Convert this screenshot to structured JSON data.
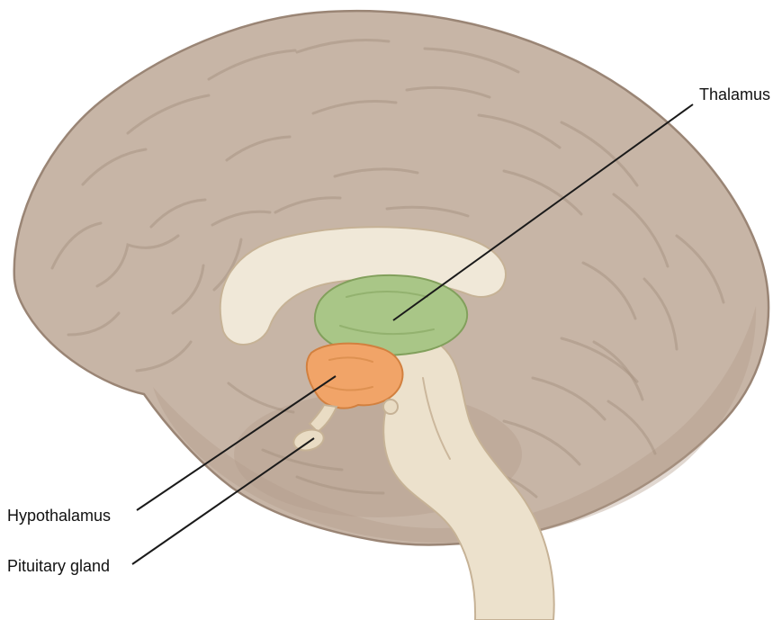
{
  "diagram": {
    "labels": [
      {
        "id": "thalamus",
        "text": "Thalamus"
      },
      {
        "id": "hypothalamus",
        "text": "Hypothalamus"
      },
      {
        "id": "pituitary-gland",
        "text": "Pituitary gland"
      }
    ],
    "colors": {
      "background": "#ffffff",
      "cerebrum": "#c7b5a6",
      "cerebrum_outline": "#9a8575",
      "shading": "#b49d8b",
      "inner_cream": "#f0e8d8",
      "brainstem": "#ece1cc",
      "thalamus": "#a9c687",
      "hypothalamus": "#f1a468",
      "pituitary": "#e9dcc4",
      "leader_line": "#1a1a1a",
      "label_text": "#1a1a1a"
    }
  }
}
